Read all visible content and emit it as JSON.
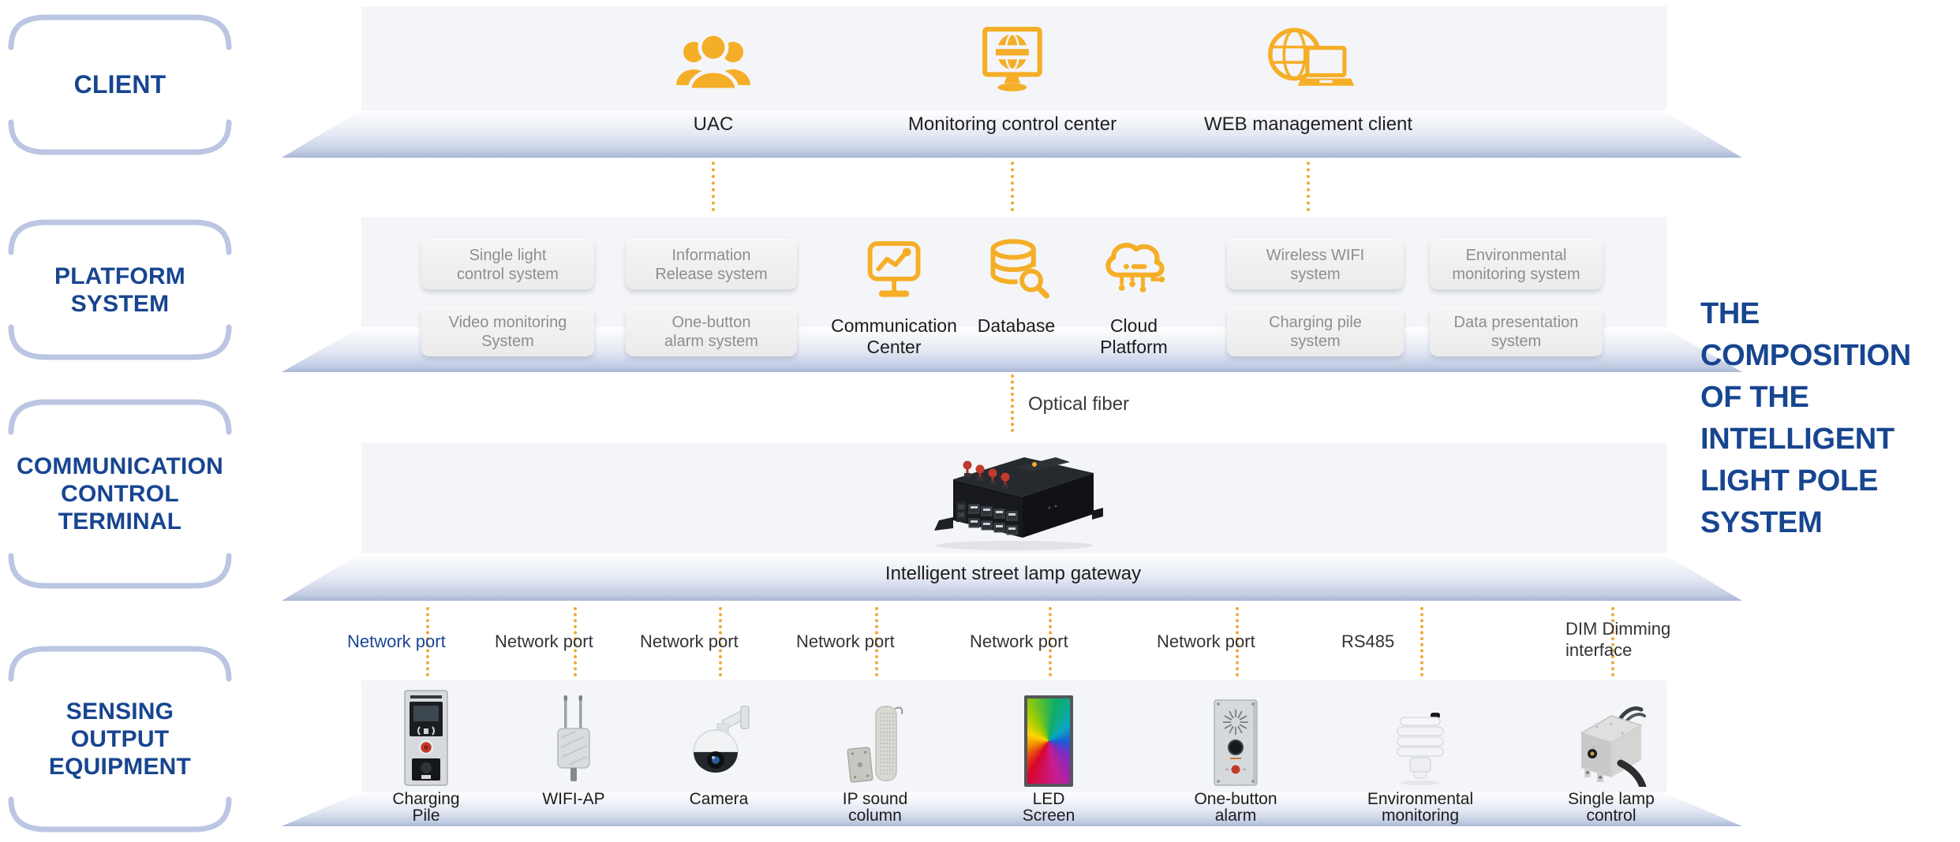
{
  "sections": [
    {
      "lines": [
        "CLIENT"
      ]
    },
    {
      "lines": [
        "PLATFORM",
        "SYSTEM"
      ]
    },
    {
      "lines": [
        "COMMUNICATION",
        "CONTROL",
        "TERMINAL"
      ]
    },
    {
      "lines": [
        "SENSING",
        "OUTPUT",
        "EQUIPMENT"
      ]
    }
  ],
  "client": {
    "items": [
      {
        "icon": "users-icon",
        "label": "UAC"
      },
      {
        "icon": "monitor-globe-icon",
        "label": "Monitoring control center"
      },
      {
        "icon": "globe-laptop-icon",
        "label": "WEB management client"
      }
    ]
  },
  "platform": {
    "boxes_left": [
      {
        "lines": [
          "Single light",
          "control system"
        ]
      },
      {
        "lines": [
          "Information",
          "Release system"
        ]
      },
      {
        "lines": [
          "Video monitoring",
          "System"
        ]
      },
      {
        "lines": [
          "One-button",
          "alarm system"
        ]
      }
    ],
    "center_items": [
      {
        "icon": "chart-monitor-icon",
        "lines": [
          "Communication",
          "Center"
        ]
      },
      {
        "icon": "database-search-icon",
        "lines": [
          "Database",
          ""
        ]
      },
      {
        "icon": "cloud-network-icon",
        "lines": [
          "Cloud",
          "Platform"
        ]
      }
    ],
    "boxes_right": [
      {
        "lines": [
          "Wireless WIFI",
          "system"
        ]
      },
      {
        "lines": [
          "Environmental",
          "monitoring system"
        ]
      },
      {
        "lines": [
          "Charging pile",
          "system"
        ]
      },
      {
        "lines": [
          "Data presentation",
          "system"
        ]
      }
    ]
  },
  "link": {
    "optical_fiber_label": "Optical fiber"
  },
  "terminal": {
    "gateway_label": "Intelligent street lamp gateway"
  },
  "ports": {
    "items": [
      {
        "lines": [
          "Network port"
        ],
        "highlight": true
      },
      {
        "lines": [
          "Network port"
        ]
      },
      {
        "lines": [
          "Network port"
        ]
      },
      {
        "lines": [
          "Network port"
        ]
      },
      {
        "lines": [
          "Network port"
        ]
      },
      {
        "lines": [
          "Network port"
        ]
      },
      {
        "lines": [
          "RS485"
        ]
      },
      {
        "lines": [
          "DIM Dimming",
          "interface"
        ]
      }
    ]
  },
  "equipment": {
    "items": [
      {
        "icon": "charging-pile-image",
        "lines": [
          "Charging",
          "Pile"
        ]
      },
      {
        "icon": "wifi-ap-image",
        "lines": [
          "WIFI-AP"
        ]
      },
      {
        "icon": "camera-image",
        "lines": [
          "Camera"
        ]
      },
      {
        "icon": "ip-sound-column-image",
        "lines": [
          "IP sound",
          "column"
        ]
      },
      {
        "icon": "led-screen-image",
        "lines": [
          "LED",
          "Screen"
        ]
      },
      {
        "icon": "one-button-alarm-image",
        "lines": [
          "One-button",
          "alarm"
        ]
      },
      {
        "icon": "environmental-monitoring-image",
        "lines": [
          "Environmental",
          "monitoring"
        ]
      },
      {
        "icon": "single-lamp-control-image",
        "lines": [
          "Single lamp",
          "control"
        ]
      }
    ]
  },
  "title": {
    "lines": [
      "THE",
      "COMPOSITION",
      "OF THE",
      "INTELLIGENT",
      "LIGHT POLE",
      "SYSTEM"
    ]
  },
  "colors": {
    "accent_amber": "#F5AE27",
    "dotted_line_amber": "#F0A838",
    "brand_blue": "#174590",
    "port_highlight_blue": "#1B4693",
    "band_fill": "#F4F5F8",
    "floor_edge_blue": "#A9B6D4",
    "bracket_blue": "#BAC6E2",
    "box_text_gray": "#8E8E8E"
  }
}
